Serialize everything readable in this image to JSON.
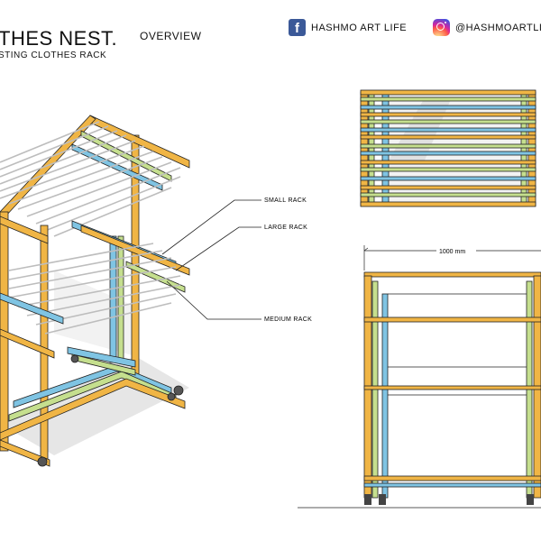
{
  "header": {
    "title": "THES NEST.",
    "subtitle": "STING CLOTHES RACK",
    "overview": "OVERVIEW",
    "facebook": {
      "icon": "facebook-icon",
      "label": "HASHMO ART LIFE"
    },
    "instagram": {
      "icon": "instagram-icon",
      "label": "@HASHMOARTLIF"
    }
  },
  "labels": {
    "small_rack": "SMALL RACK",
    "large_rack": "LARGE RACK",
    "medium_rack": "MEDIUM RACK"
  },
  "dimension": {
    "width": "1000 mm"
  },
  "colors": {
    "frame_orange": "#f0b545",
    "frame_green": "#c5df8e",
    "frame_blue": "#7fc4e3",
    "rod_gray": "#c8c8c8",
    "outline": "#222222"
  }
}
